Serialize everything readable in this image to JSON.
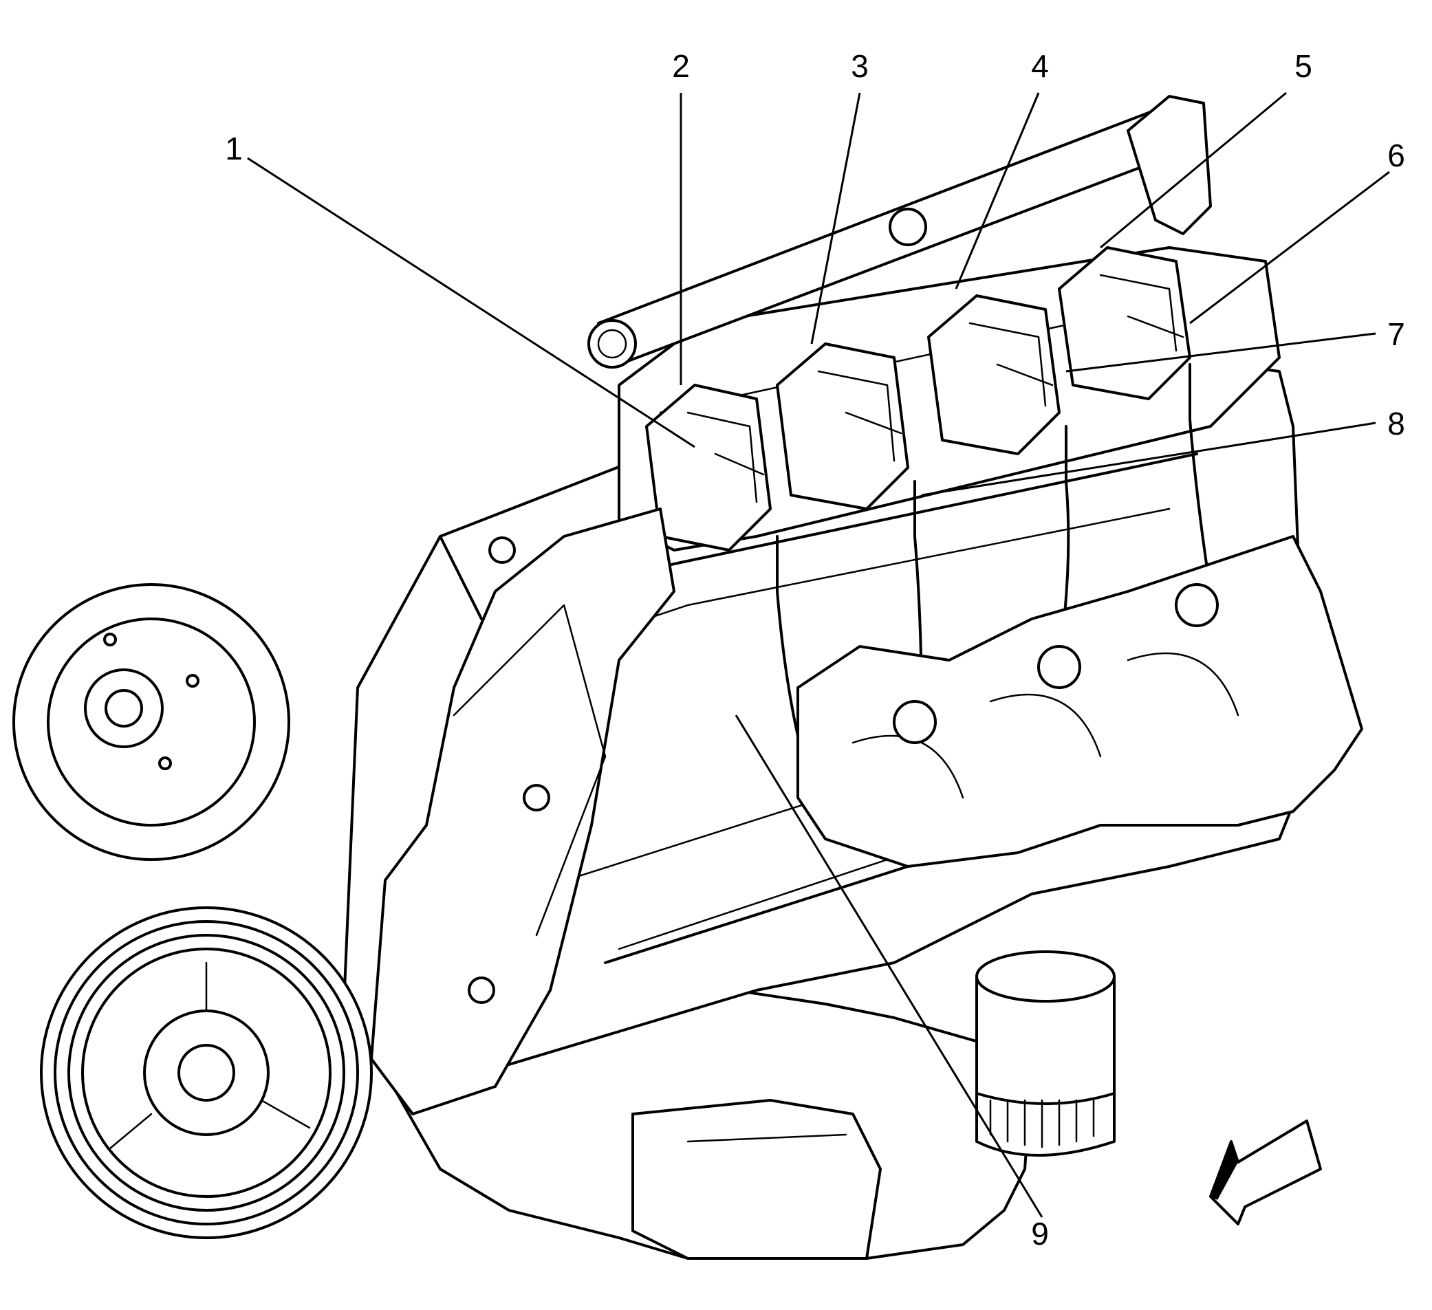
{
  "diagram": {
    "subject": "engine assembly line drawing",
    "callouts": [
      {
        "id": 1,
        "label": "1"
      },
      {
        "id": 2,
        "label": "2"
      },
      {
        "id": 3,
        "label": "3"
      },
      {
        "id": 4,
        "label": "4"
      },
      {
        "id": 5,
        "label": "5"
      },
      {
        "id": 6,
        "label": "6"
      },
      {
        "id": 7,
        "label": "7"
      },
      {
        "id": 8,
        "label": "8"
      },
      {
        "id": 9,
        "label": "9"
      }
    ],
    "direction_arrow": "front-of-vehicle-arrow"
  }
}
